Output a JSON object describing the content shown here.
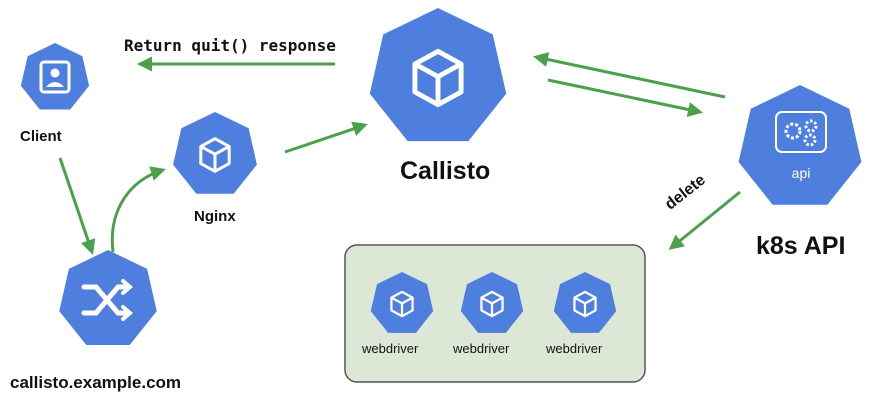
{
  "labels": {
    "client": "Client",
    "nginx": "Nginx",
    "callisto": "Callisto",
    "k8s_api": "k8s API",
    "api_badge": "api",
    "host": "callisto.example.com",
    "return_note": "Return quit() response",
    "delete_note": "delete"
  },
  "webdrivers": [
    "webdriver",
    "webdriver",
    "webdriver"
  ],
  "colors": {
    "node_blue": "#4f7fde",
    "arrow_green": "#4aa14a",
    "group_fill": "#dce8d5",
    "group_border": "#555555"
  },
  "icons": {
    "client": "user-card-icon",
    "nginx": "cube-icon",
    "callisto": "cube-icon",
    "k8s_api": "gears-icon",
    "host": "shuffle-icon",
    "webdriver": "cube-icon"
  }
}
